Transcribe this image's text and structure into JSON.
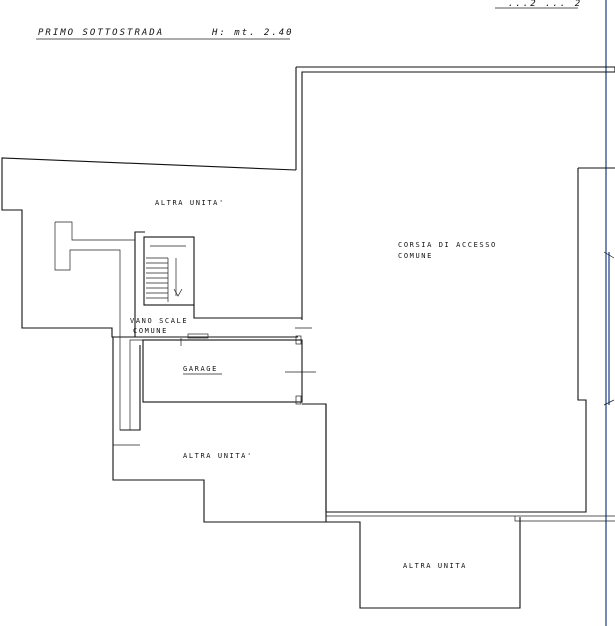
{
  "header": {
    "title": "PRIMO SOTTOSTRADA",
    "height_label": "H: mt. 2.40",
    "corner_fragment": "...2 ... 2"
  },
  "rooms": {
    "altra_unita_top": "ALTRA UNITA'",
    "corsia_line1": "CORSIA DI ACCESSO",
    "corsia_line2": "COMUNE",
    "vano_line1": "VANO SCALE",
    "vano_line2": "COMUNE",
    "garage": "GARAGE",
    "altra_unita_bottom": "ALTRA UNITA'",
    "altra_unita_lower": "ALTRA UNITA"
  },
  "colors": {
    "ink": "#111111",
    "border_blue": "#2a4a8a",
    "paper": "#ffffff"
  }
}
